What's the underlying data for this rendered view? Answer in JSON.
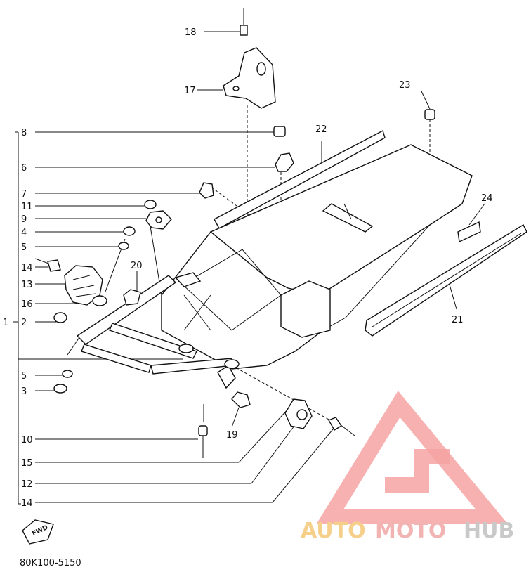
{
  "diagram": {
    "callouts": [
      "1",
      "2",
      "3",
      "4",
      "5",
      "5",
      "6",
      "7",
      "8",
      "9",
      "10",
      "11",
      "12",
      "13",
      "14",
      "14",
      "15",
      "16",
      "17",
      "18",
      "19",
      "20",
      "21",
      "22",
      "23",
      "24"
    ],
    "drawing_code": "80K100-5150",
    "fwd_marker": "FWD"
  },
  "watermark": {
    "brand_part_a": "AUTO",
    "brand_part_b": "MOTO",
    "brand_part_c": "HUB",
    "colors": {
      "a": "#f6cf8a",
      "b": "#f2b3b3",
      "c": "#c9c9c9",
      "logo": "#f6a3a3"
    }
  }
}
